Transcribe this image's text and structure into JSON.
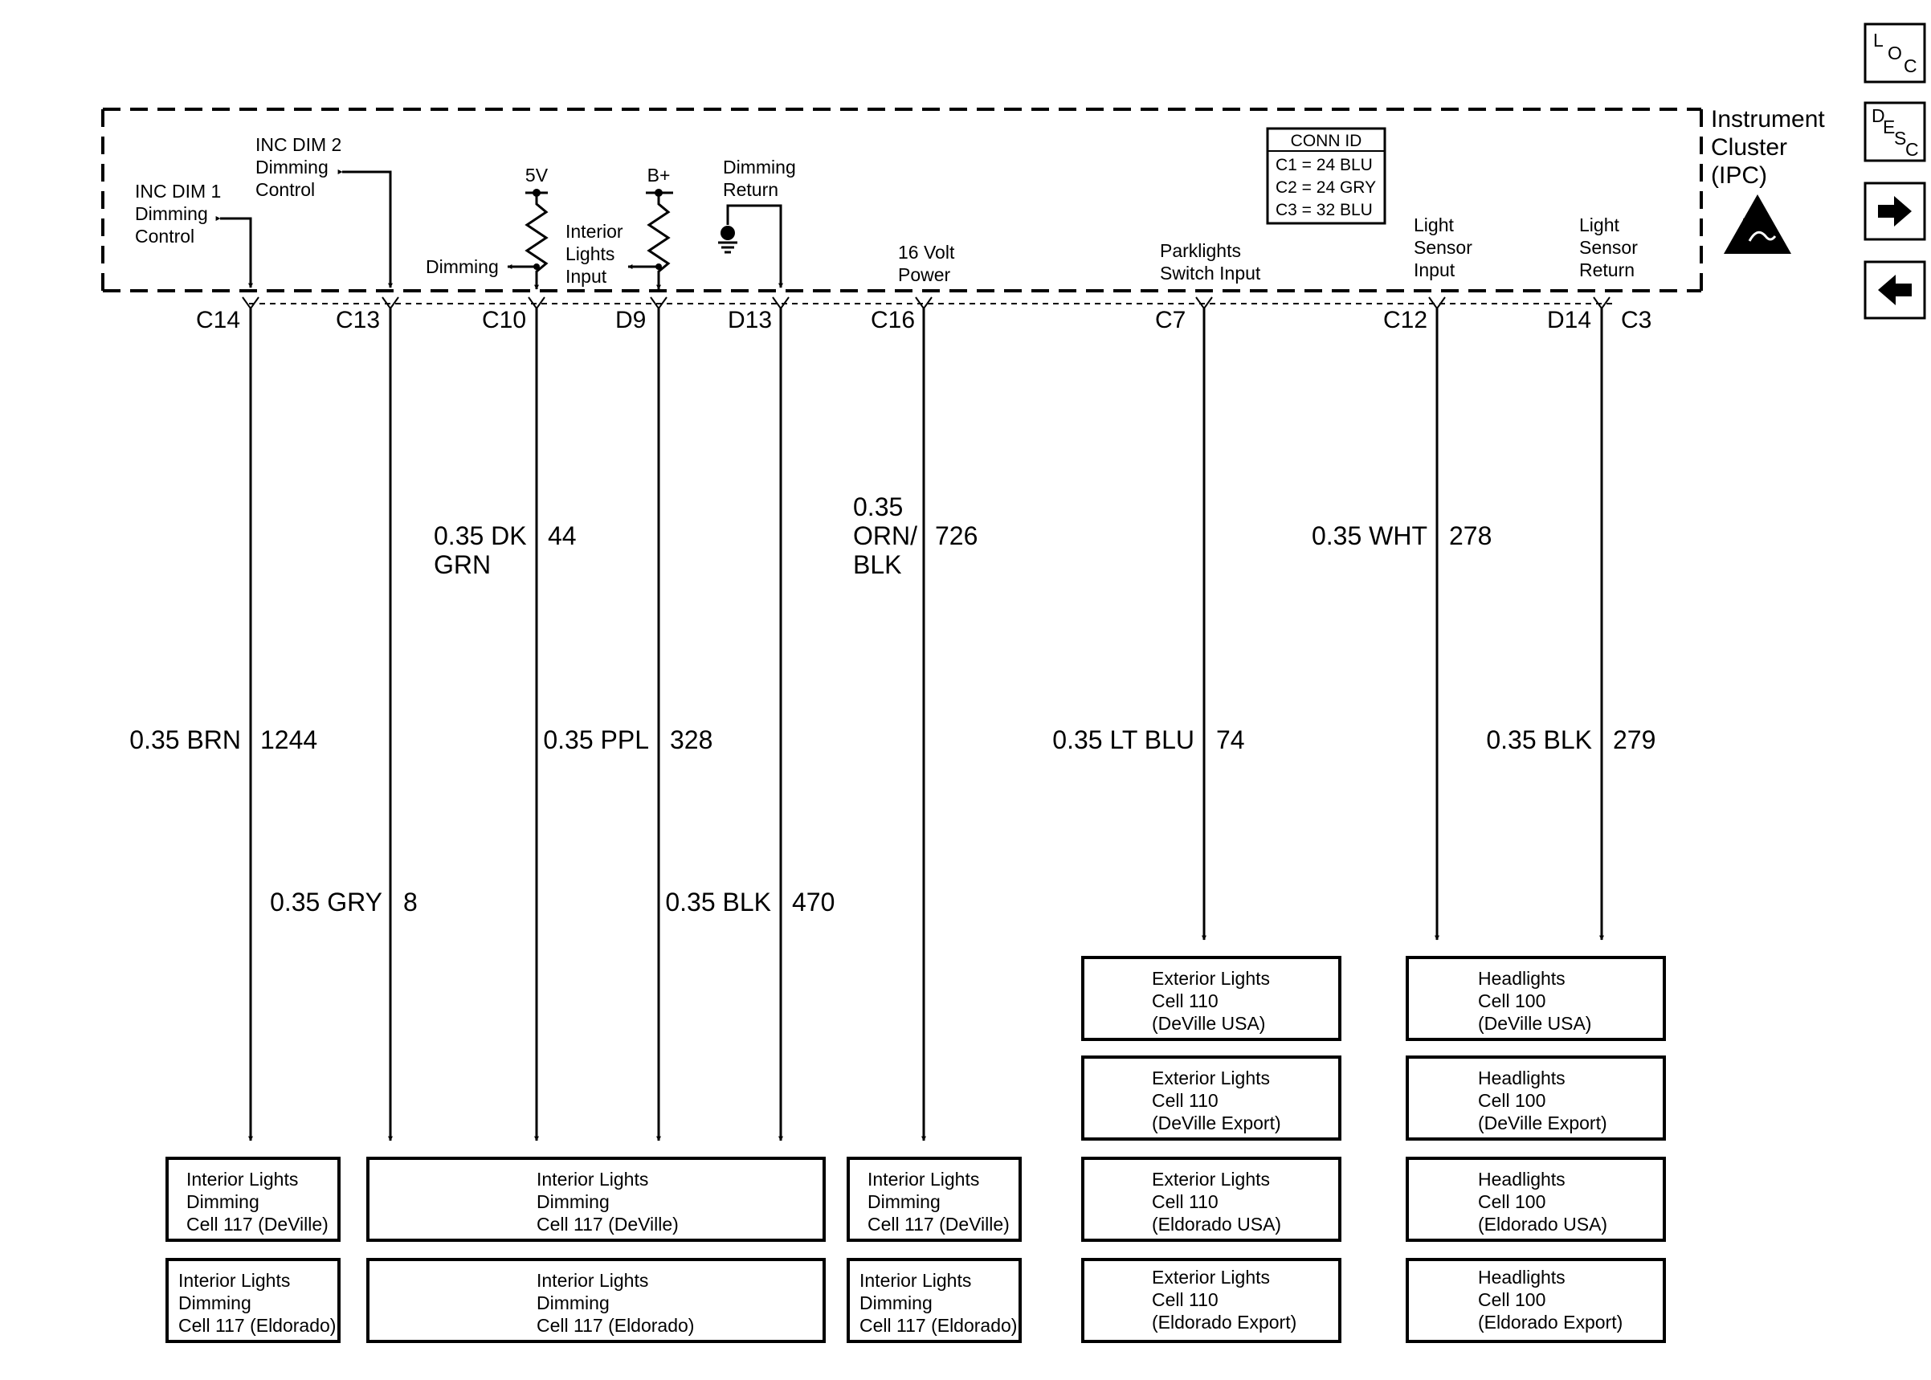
{
  "module": {
    "name_lines": [
      "Instrument",
      "Cluster",
      "(IPC)"
    ],
    "conn_id": {
      "title": "CONN ID",
      "rows": [
        "C1 = 24 BLU",
        "C2 = 24 GRY",
        "C3 = 32 BLU"
      ]
    }
  },
  "internal_labels": {
    "inc_dim1": [
      "INC DIM 1",
      "Dimming",
      "Control"
    ],
    "inc_dim2": [
      "INC DIM 2",
      "Dimming",
      "Control"
    ],
    "v5": "5V",
    "dimming": "Dimming",
    "bplus": "B+",
    "interior_input": [
      "Interior",
      "Lights",
      "Input"
    ],
    "dimming_return": [
      "Dimming",
      "Return"
    ],
    "volt16": [
      "16 Volt",
      "Power"
    ],
    "parklights": [
      "Parklights",
      "Switch Input"
    ],
    "sensor_input": [
      "Light",
      "Sensor",
      "Input"
    ],
    "sensor_return": [
      "Light",
      "Sensor",
      "Return"
    ]
  },
  "pins": [
    "C14",
    "C13",
    "C10",
    "D9",
    "D13",
    "C16",
    "C7",
    "C12",
    "D14",
    "C3"
  ],
  "wires": [
    {
      "gauge": "0.35 BRN",
      "circuit": "1244"
    },
    {
      "gauge": "0.35 GRY",
      "circuit": "8"
    },
    {
      "gauge": [
        "0.35 DK",
        "GRN"
      ],
      "circuit": "44"
    },
    {
      "gauge": "0.35 PPL",
      "circuit": "328"
    },
    {
      "gauge": "0.35 BLK",
      "circuit": "470"
    },
    {
      "gauge": [
        "0.35",
        "ORN/",
        "BLK"
      ],
      "circuit": "726"
    },
    {
      "gauge": "0.35 LT BLU",
      "circuit": "74"
    },
    {
      "gauge": "0.35 WHT",
      "circuit": "278"
    },
    {
      "gauge": "0.35 BLK",
      "circuit": "279"
    }
  ],
  "destinations": {
    "dim_small_1": [
      [
        "Interior Lights",
        "Dimming",
        "Cell 117 (DeVille)"
      ],
      [
        "Interior Lights",
        "Dimming",
        "Cell 117 (Eldorado)"
      ]
    ],
    "dim_wide": [
      [
        "Interior Lights",
        "Dimming",
        "Cell 117 (DeVille)"
      ],
      [
        "Interior Lights",
        "Dimming",
        "Cell 117  (Eldorado)"
      ]
    ],
    "dim_small_2": [
      [
        "Interior Lights",
        "Dimming",
        "Cell 117 (DeVille)"
      ],
      [
        "Interior Lights",
        "Dimming",
        "Cell 117 (Eldorado)"
      ]
    ],
    "exterior": [
      [
        "Exterior Lights",
        "Cell 110",
        "(DeVille USA)"
      ],
      [
        "Exterior Lights",
        "Cell 110",
        "(DeVille Export)"
      ],
      [
        "Exterior Lights",
        "Cell 110",
        "(Eldorado USA)"
      ],
      [
        "Exterior Lights",
        "Cell 110",
        "(Eldorado Export)"
      ]
    ],
    "headlights": [
      [
        "Headlights",
        "Cell 100",
        "(DeVille USA)"
      ],
      [
        "Headlights",
        "Cell 100",
        "(DeVille Export)"
      ],
      [
        "Headlights",
        "Cell 100",
        "(Eldorado USA)"
      ],
      [
        "Headlights",
        "Cell 100",
        "(Eldorado Export)"
      ]
    ]
  },
  "side_buttons": {
    "loc": [
      "L",
      "O",
      "C"
    ],
    "desc": [
      "D",
      "E",
      "S",
      "C"
    ],
    "next_icon": "arrow-right",
    "prev_icon": "arrow-left"
  },
  "esd_icon": "esd-warning"
}
